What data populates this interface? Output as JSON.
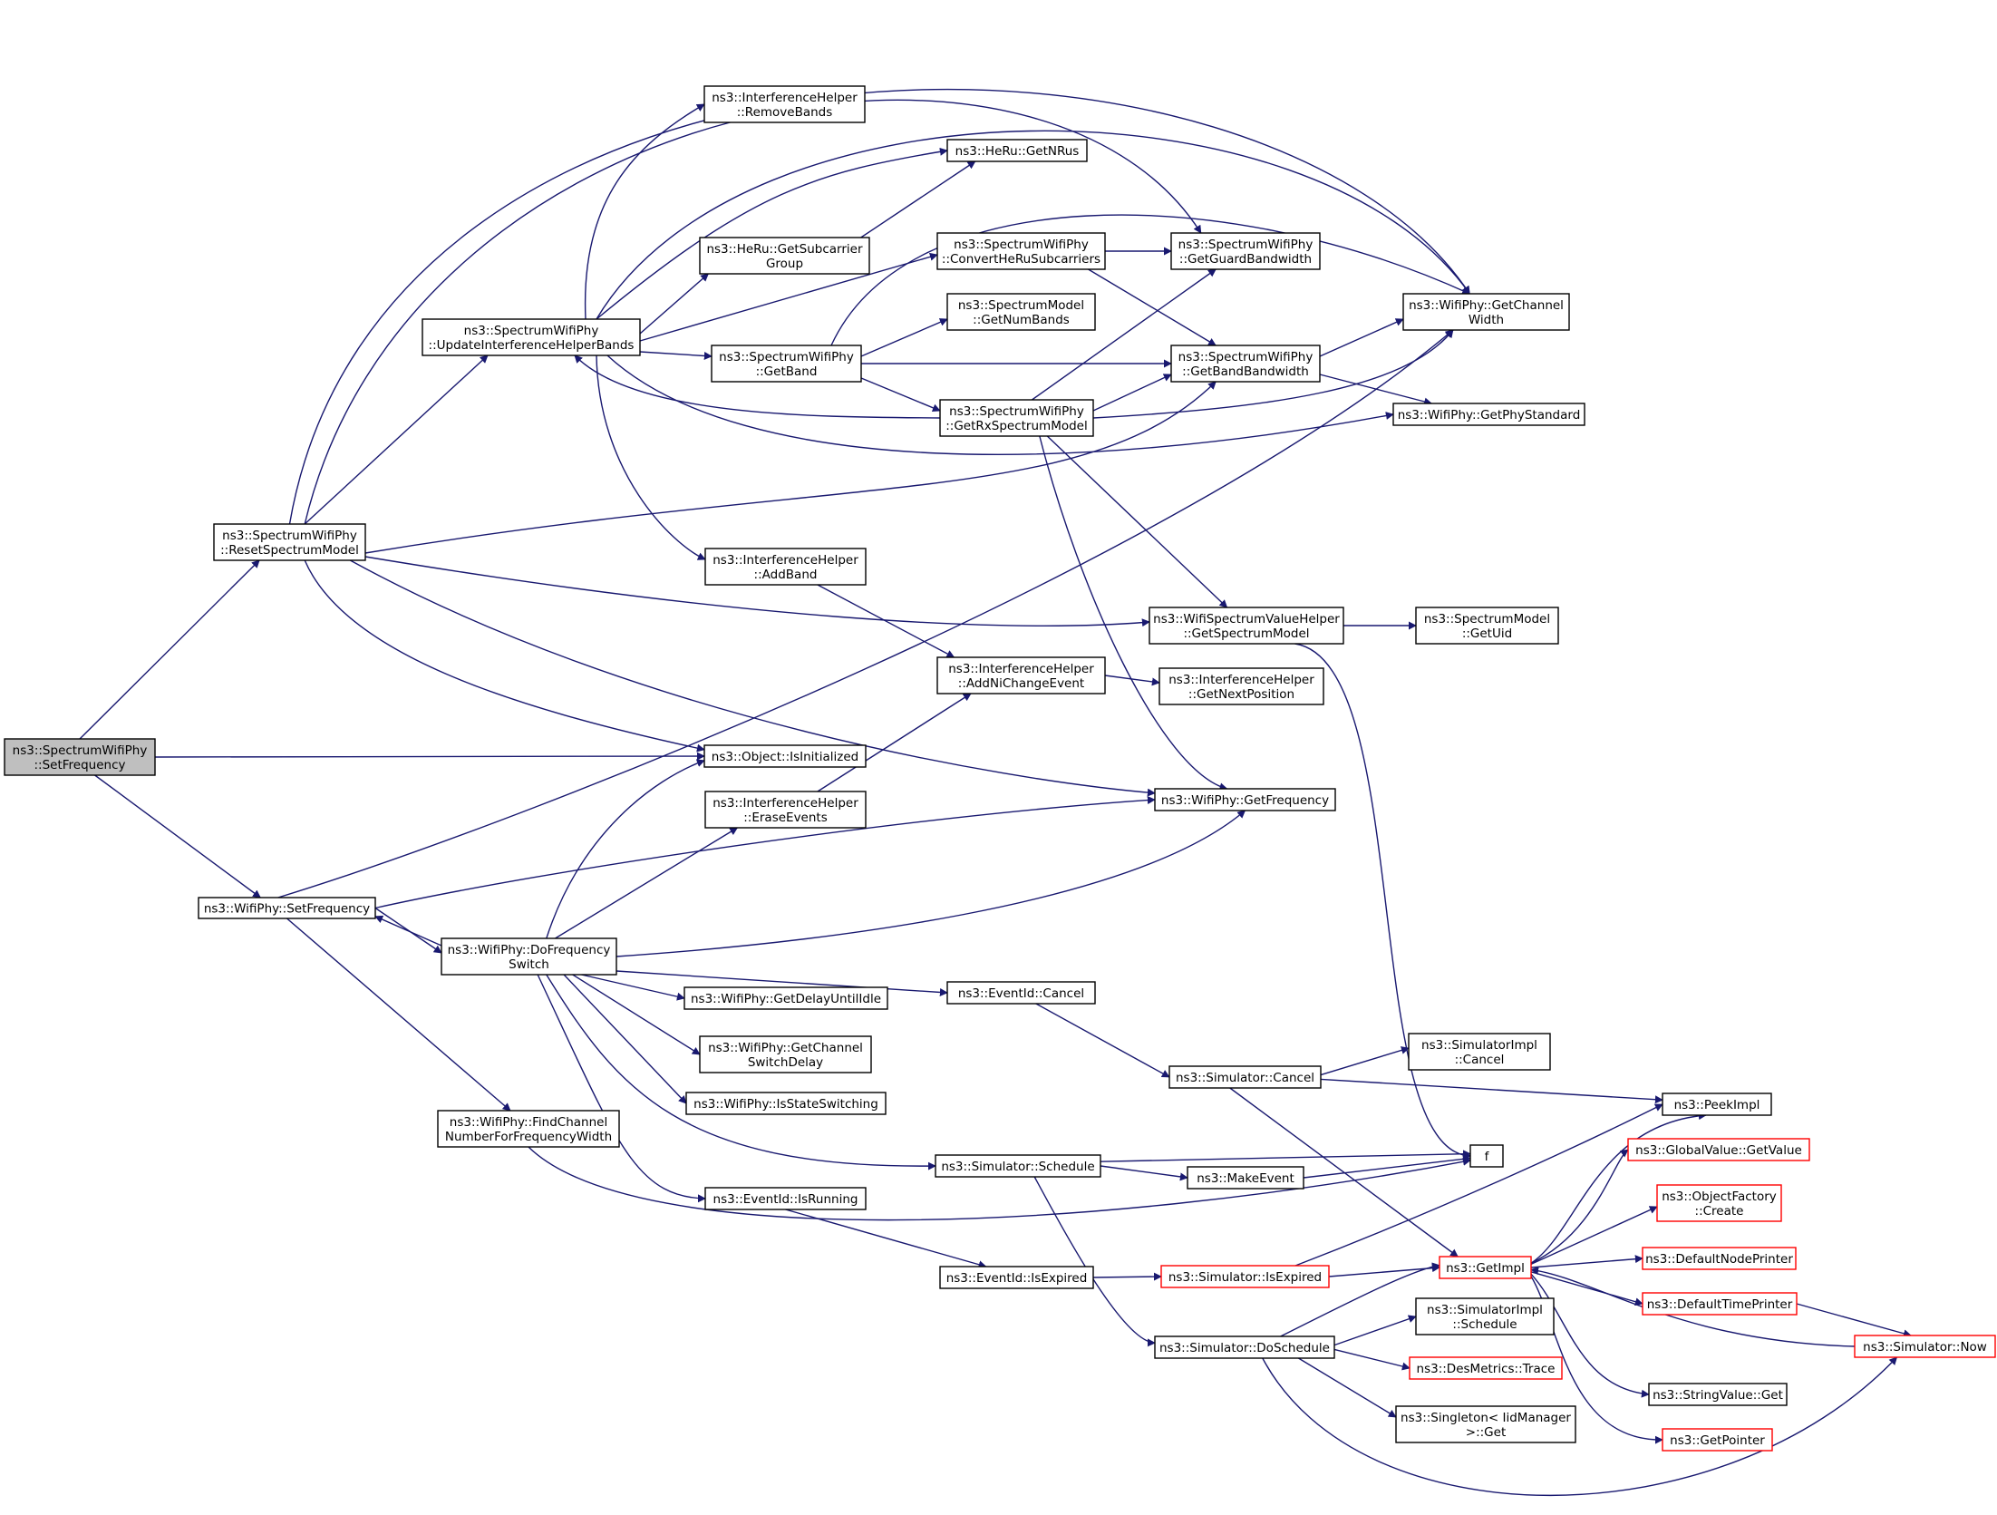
{
  "nodes": [
    {
      "id": "setfreq_spec",
      "lines": [
        "ns3::SpectrumWifiPhy",
        "::SetFrequency"
      ],
      "style": "root"
    },
    {
      "id": "reset",
      "lines": [
        "ns3::SpectrumWifiPhy",
        "::ResetSpectrumModel"
      ],
      "style": "normal"
    },
    {
      "id": "wifi_setfreq",
      "lines": [
        "ns3::WifiPhy::SetFrequency"
      ],
      "style": "normal"
    },
    {
      "id": "update",
      "lines": [
        "ns3::SpectrumWifiPhy",
        "::UpdateInterferenceHelperBands"
      ],
      "style": "normal"
    },
    {
      "id": "dofreq",
      "lines": [
        "ns3::WifiPhy::DoFrequency",
        "Switch"
      ],
      "style": "normal"
    },
    {
      "id": "findch",
      "lines": [
        "ns3::WifiPhy::FindChannel",
        "NumberForFrequencyWidth"
      ],
      "style": "normal"
    },
    {
      "id": "removebands",
      "lines": [
        "ns3::InterferenceHelper",
        "::RemoveBands"
      ],
      "style": "normal"
    },
    {
      "id": "subgroup",
      "lines": [
        "ns3::HeRu::GetSubcarrier",
        "Group"
      ],
      "style": "normal"
    },
    {
      "id": "getband",
      "lines": [
        "ns3::SpectrumWifiPhy",
        "::GetBand"
      ],
      "style": "normal"
    },
    {
      "id": "addband",
      "lines": [
        "ns3::InterferenceHelper",
        "::AddBand"
      ],
      "style": "normal"
    },
    {
      "id": "isinit",
      "lines": [
        "ns3::Object::IsInitialized"
      ],
      "style": "normal"
    },
    {
      "id": "erase",
      "lines": [
        "ns3::InterferenceHelper",
        "::EraseEvents"
      ],
      "style": "normal"
    },
    {
      "id": "delayidle",
      "lines": [
        "ns3::WifiPhy::GetDelayUntilIdle"
      ],
      "style": "normal"
    },
    {
      "id": "chswitch",
      "lines": [
        "ns3::WifiPhy::GetChannel",
        "SwitchDelay"
      ],
      "style": "normal"
    },
    {
      "id": "isswitching",
      "lines": [
        "ns3::WifiPhy::IsStateSwitching"
      ],
      "style": "normal"
    },
    {
      "id": "isrunning",
      "lines": [
        "ns3::EventId::IsRunning"
      ],
      "style": "normal"
    },
    {
      "id": "getnrus",
      "lines": [
        "ns3::HeRu::GetNRus"
      ],
      "style": "normal"
    },
    {
      "id": "convert",
      "lines": [
        "ns3::SpectrumWifiPhy",
        "::ConvertHeRuSubcarriers"
      ],
      "style": "normal"
    },
    {
      "id": "numbands",
      "lines": [
        "ns3::SpectrumModel",
        "::GetNumBands"
      ],
      "style": "normal"
    },
    {
      "id": "getrx",
      "lines": [
        "ns3::SpectrumWifiPhy",
        "::GetRxSpectrumModel"
      ],
      "style": "normal"
    },
    {
      "id": "addni",
      "lines": [
        "ns3::InterferenceHelper",
        "::AddNiChangeEvent"
      ],
      "style": "normal"
    },
    {
      "id": "evcancel",
      "lines": [
        "ns3::EventId::Cancel"
      ],
      "style": "normal"
    },
    {
      "id": "simsched",
      "lines": [
        "ns3::Simulator::Schedule"
      ],
      "style": "normal"
    },
    {
      "id": "isexpired_ev",
      "lines": [
        "ns3::EventId::IsExpired"
      ],
      "style": "normal"
    },
    {
      "id": "guardbw",
      "lines": [
        "ns3::SpectrumWifiPhy",
        "::GetGuardBandwidth"
      ],
      "style": "normal"
    },
    {
      "id": "bandbw",
      "lines": [
        "ns3::SpectrumWifiPhy",
        "::GetBandBandwidth"
      ],
      "style": "normal"
    },
    {
      "id": "getspec",
      "lines": [
        "ns3::WifiSpectrumValueHelper",
        "::GetSpectrumModel"
      ],
      "style": "normal"
    },
    {
      "id": "nextpos",
      "lines": [
        "ns3::InterferenceHelper",
        "::GetNextPosition"
      ],
      "style": "normal"
    },
    {
      "id": "getfreq",
      "lines": [
        "ns3::WifiPhy::GetFrequency"
      ],
      "style": "normal"
    },
    {
      "id": "simcancel",
      "lines": [
        "ns3::Simulator::Cancel"
      ],
      "style": "normal"
    },
    {
      "id": "makeevent",
      "lines": [
        "ns3::MakeEvent"
      ],
      "style": "normal"
    },
    {
      "id": "simexpired",
      "lines": [
        "ns3::Simulator::IsExpired"
      ],
      "style": "red"
    },
    {
      "id": "dosched",
      "lines": [
        "ns3::Simulator::DoSchedule"
      ],
      "style": "normal"
    },
    {
      "id": "chwidth",
      "lines": [
        "ns3::WifiPhy::GetChannel",
        "Width"
      ],
      "style": "normal"
    },
    {
      "id": "phystd",
      "lines": [
        "ns3::WifiPhy::GetPhyStandard"
      ],
      "style": "normal"
    },
    {
      "id": "getuid",
      "lines": [
        "ns3::SpectrumModel",
        "::GetUid"
      ],
      "style": "normal"
    },
    {
      "id": "implcancel",
      "lines": [
        "ns3::SimulatorImpl",
        "::Cancel"
      ],
      "style": "normal"
    },
    {
      "id": "f",
      "lines": [
        "f"
      ],
      "style": "normal"
    },
    {
      "id": "getimpl",
      "lines": [
        "ns3::GetImpl"
      ],
      "style": "red"
    },
    {
      "id": "implsched",
      "lines": [
        "ns3::SimulatorImpl",
        "::Schedule"
      ],
      "style": "normal"
    },
    {
      "id": "trace",
      "lines": [
        "ns3::DesMetrics::Trace"
      ],
      "style": "red"
    },
    {
      "id": "singleton",
      "lines": [
        "ns3::Singleton< IidManager",
        " >::Get"
      ],
      "style": "normal"
    },
    {
      "id": "peek",
      "lines": [
        "ns3::PeekImpl"
      ],
      "style": "normal"
    },
    {
      "id": "gvalue",
      "lines": [
        "ns3::GlobalValue::GetValue"
      ],
      "style": "red"
    },
    {
      "id": "objfactory",
      "lines": [
        "ns3::ObjectFactory",
        "::Create"
      ],
      "style": "red"
    },
    {
      "id": "nodeprinter",
      "lines": [
        "ns3::DefaultNodePrinter"
      ],
      "style": "red"
    },
    {
      "id": "timeprinter",
      "lines": [
        "ns3::DefaultTimePrinter"
      ],
      "style": "red"
    },
    {
      "id": "strget",
      "lines": [
        "ns3::StringValue::Get"
      ],
      "style": "normal"
    },
    {
      "id": "getpointer",
      "lines": [
        "ns3::GetPointer"
      ],
      "style": "red"
    },
    {
      "id": "now",
      "lines": [
        "ns3::Simulator::Now"
      ],
      "style": "red"
    }
  ]
}
